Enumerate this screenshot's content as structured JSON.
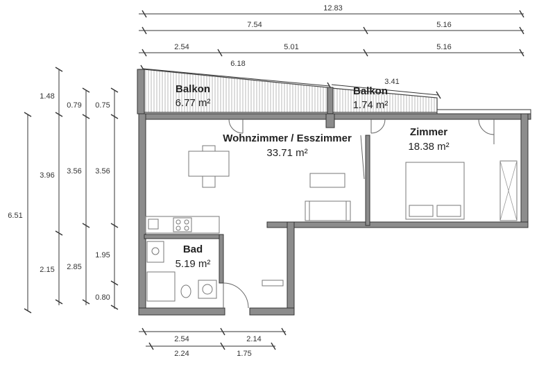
{
  "dimensions": {
    "top_total": "12.83",
    "top_row2_left": "7.54",
    "top_row2_right": "5.16",
    "top_row3_a": "2.54",
    "top_row3_b": "5.01",
    "top_row3_c": "5.16",
    "balcony_slope_left": "6.18",
    "balcony_slope_right": "3.41",
    "left_total": "6.51",
    "left_col1": [
      "1.48",
      "3.96",
      "2.15"
    ],
    "left_col2": [
      "0.79",
      "3.56",
      "2.85"
    ],
    "left_col3": [
      "0.75",
      "3.56",
      "1.95",
      "0.80"
    ],
    "bottom_row1": [
      "2.54",
      "2.14"
    ],
    "bottom_row2": [
      "2.24",
      "1.75"
    ]
  },
  "rooms": {
    "balkon1": {
      "name": "Balkon",
      "area": "6.77 m²"
    },
    "balkon2": {
      "name": "Balkon",
      "area": "1.74 m²"
    },
    "wohn": {
      "name": "Wohnzimmer / Esszimmer",
      "area": "33.71 m²"
    },
    "zimmer": {
      "name": "Zimmer",
      "area": "18.38 m²"
    },
    "bad": {
      "name": "Bad",
      "area": "5.19 m²"
    }
  },
  "colors": {
    "wall": "#8c8c8c",
    "line": "#333333",
    "furniture": "#777777"
  }
}
